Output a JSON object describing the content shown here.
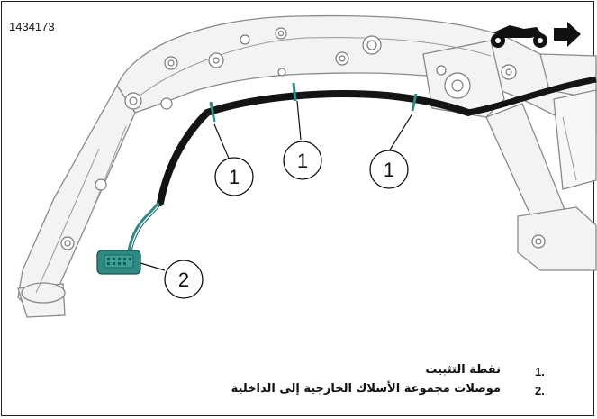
{
  "figure_id": "1434173",
  "icons": {
    "direction_icon": "motorcycle-forward-arrow-icon"
  },
  "callouts": [
    {
      "label": "1"
    },
    {
      "label": "1"
    },
    {
      "label": "1"
    },
    {
      "label": "2"
    }
  ],
  "legend": [
    {
      "number": "1.",
      "text": "نقطة التثبيت"
    },
    {
      "number": "2.",
      "text": "موصلات مجموعة الأسلاك الخارجية إلى الداخلية"
    }
  ],
  "colors": {
    "frame": "#f2f2f2",
    "frame_outline": "#8c8c8c",
    "harness": "#141414",
    "connector": "#2e8a84"
  }
}
